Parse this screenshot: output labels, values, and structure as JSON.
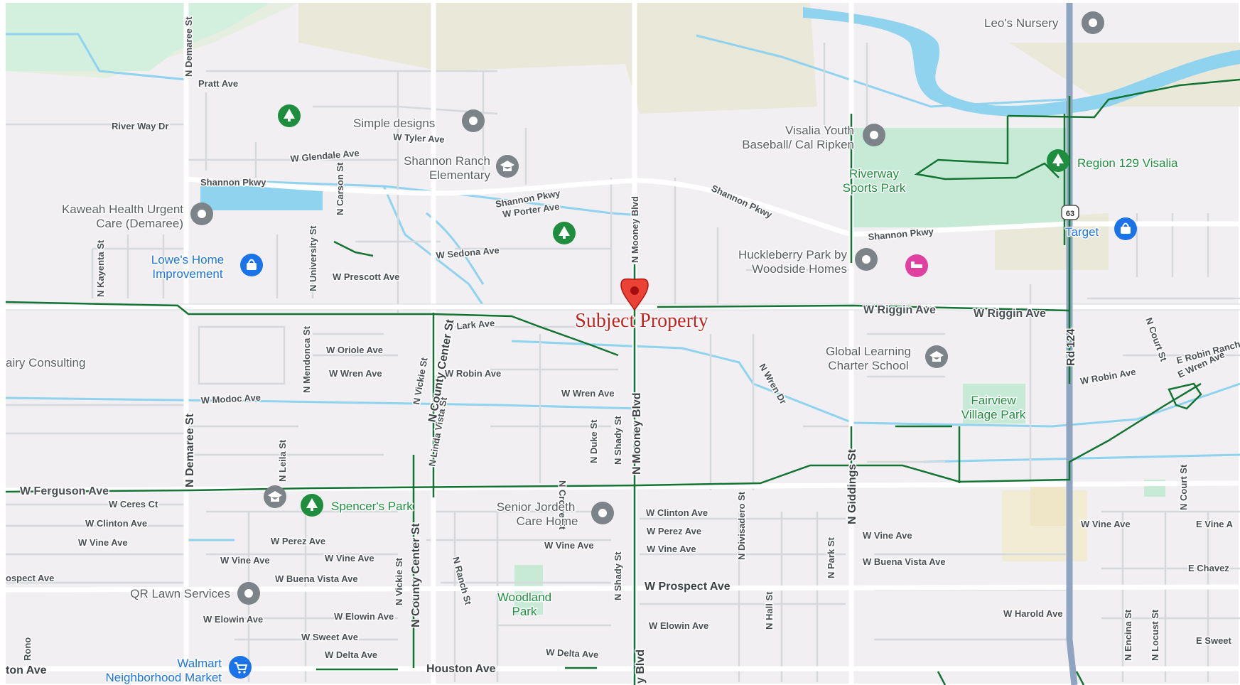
{
  "subject": {
    "label": "Subject Property",
    "pin_color": "#ea4335"
  },
  "colors": {
    "land": "#f1eff1",
    "water": "#8fd3ee",
    "park": "#c6ead5",
    "trail": "#137333",
    "road": "#ffffff",
    "road_edge": "#d5d8dc",
    "highway": "#8ea4c0"
  },
  "route_shield": "63",
  "streets": {
    "demaree_n": "N Demaree St",
    "demaree_s": "N Demaree St",
    "pratt": "Pratt Ave",
    "river_way": "River Way Dr",
    "glendale": "W Glendale Ave",
    "tyler": "W Tyler Ave",
    "shannon_w": "Shannon Pkwy",
    "shannon_mid": "Shannon Pkwy",
    "shannon_ne": "Shannon Pkwy",
    "shannon_e": "Shannon Pkwy",
    "carson": "N Carson St",
    "porter": "W Porter Ave",
    "university": "N University St",
    "kayenta": "N Kayenta St",
    "sedona": "W Sedona Ave",
    "prescott": "W Prescott Ave",
    "mooney_n": "N Mooney Blvd",
    "mooney_s": "N Mooney Blvd",
    "mooney_bottom": "y Blvd",
    "riggin_1": "W Riggin Ave",
    "riggin_2": "W Riggin Ave",
    "lark": "W Lark Ave",
    "oriole": "W Oriole Ave",
    "wren_w": "W Wren Ave",
    "robin": "W Robin Ave",
    "wren_mid": "W Wren Ave",
    "mendonca": "N Mendonca St",
    "vickie_n": "N Vickie St",
    "county_center_n": "N County Center St",
    "linda_vista": "N Linda Vista St",
    "modoc": "W Modoc Ave",
    "leila": "N Leila St",
    "crowe": "N Crowe St",
    "duke": "N Duke St",
    "shady_n": "N Shady St",
    "wren_dr": "N Wren Dr",
    "ferguson": "W Ferguson Ave",
    "ceres": "W Ceres Ct",
    "clinton_w": "W Clinton Ave",
    "vine_w": "W Vine Ave",
    "prospect_w": "ospect Ave",
    "perez_w": "W Perez Ave",
    "vine_w2": "W Vine Ave",
    "vine_w3": "W Vine Ave",
    "buena_vista_w": "W Buena Vista Ave",
    "vickie_s": "N Vickie St",
    "county_center_s": "N County Center St",
    "ranch": "N Ranch St",
    "vine_mid": "W Vine Ave",
    "shady_s": "N Shady St",
    "clinton_e": "W Clinton Ave",
    "perez_e": "W Perez Ave",
    "vine_e": "W Vine Ave",
    "prospect": "W Prospect Ave",
    "divisadero": "N Divisadero St",
    "giddings": "N Giddings St",
    "park_st": "N Park St",
    "vine_e2": "W Vine Ave",
    "buena_vista_e": "W Buena Vista Ave",
    "hall": "N Hall St",
    "elowin_w": "W Elowin Ave",
    "elowin_mid": "W Elowin Ave",
    "elowin_e": "W Elowin Ave",
    "sweet_w": "W Sweet Ave",
    "delta_w": "W Delta Ave",
    "delta_mid": "W Delta Ave",
    "houston_w": "ton Ave",
    "houston": "Houston Ave",
    "rono": "Rono",
    "harold": "W Harold Ave",
    "rd124": "Rd 124",
    "court_n": "N Court St",
    "robin_ranch": "E Robin Ranch",
    "robin_e": "W Robin Ave",
    "wren_e": "E Wren Ave",
    "court_s": "N Court St",
    "vine_far": "W Vine Ave",
    "e_vine": "E Vine A",
    "e_chavez": "E Chavez",
    "encina": "N Encina St",
    "locust": "N Locust St",
    "e_sweet": "E Sweet"
  },
  "places": {
    "leos_nursery": "Leo's Nursery",
    "simple_designs": "Simple designs",
    "visalia_youth_1": "Visalia Youth",
    "visalia_youth_2": "Baseball/ Cal Ripken",
    "shannon_ranch_1": "Shannon Ranch",
    "shannon_ranch_2": "Elementary",
    "riverway_1": "Riverway",
    "riverway_2": "Sports Park",
    "region129": "Region 129 Visalia",
    "kaweah_1": "Kaweah Health Urgent",
    "kaweah_2": "Care (Demaree)",
    "target": "Target",
    "lowes_1": "Lowe's Home",
    "lowes_2": "Improvement",
    "huckleberry_1": "Huckleberry Park by",
    "huckleberry_2": "Woodside Homes",
    "global_1": "Global Learning",
    "global_2": "Charter School",
    "dairy": "airy Consulting",
    "fairview_1": "Fairview",
    "fairview_2": "Village Park",
    "spencers": "Spencer's Park",
    "senior_1": "Senior Jordeth",
    "senior_2": "Care Home",
    "qr_lawn": "QR Lawn Services",
    "woodland_1": "Woodland",
    "woodland_2": "Park",
    "walmart_1": "Walmart",
    "walmart_2": "Neighborhood Market"
  }
}
